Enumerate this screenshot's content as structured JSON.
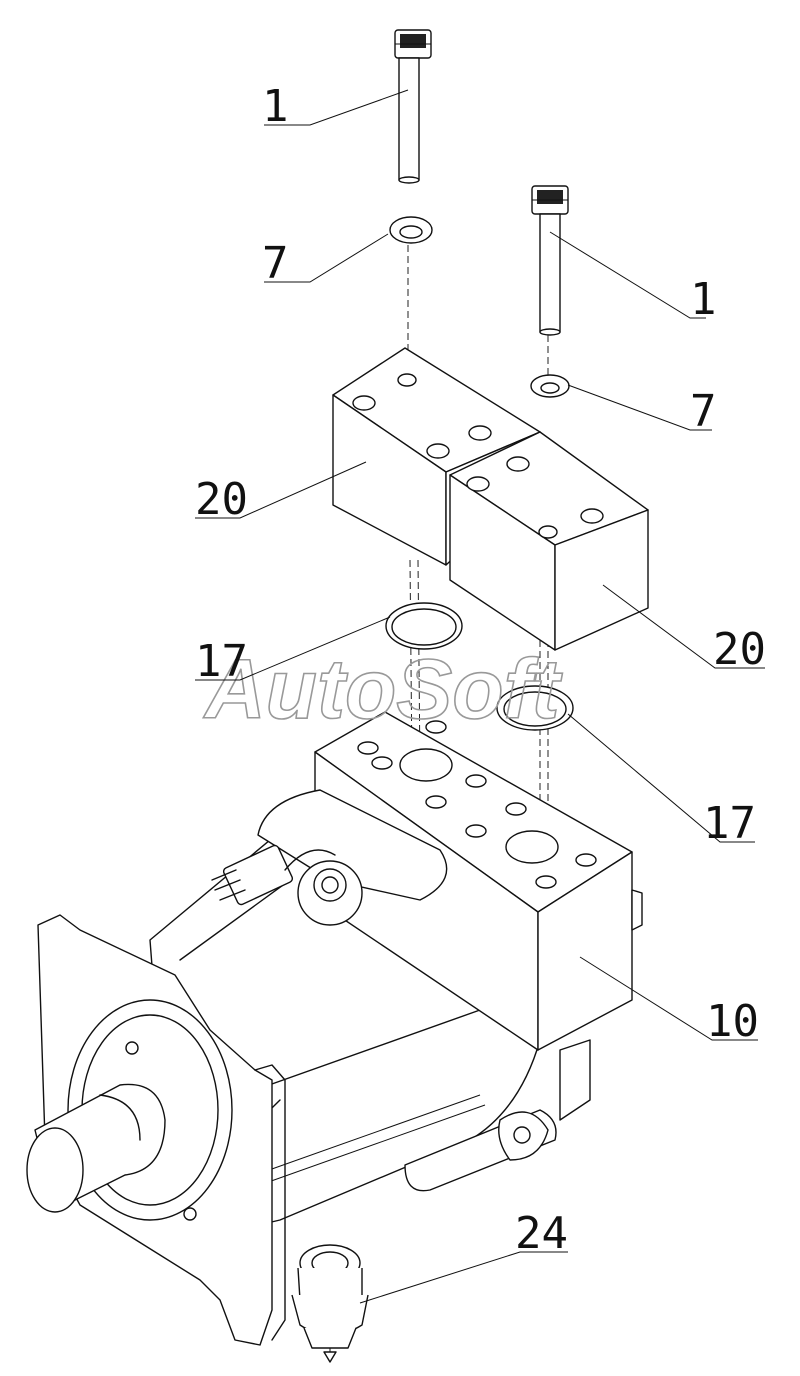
{
  "watermark": "AutoSoft",
  "callouts": {
    "c1_top": "1",
    "c7_left": "7",
    "c1_right": "1",
    "c7_right": "7",
    "c20_left": "20",
    "c20_right": "20",
    "c17_left": "17",
    "c17_right": "17",
    "c10": "10",
    "c24": "24"
  }
}
